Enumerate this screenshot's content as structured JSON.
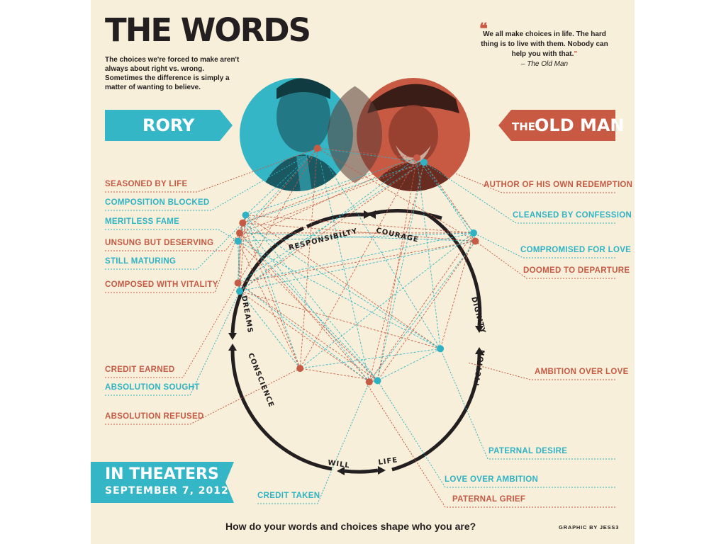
{
  "title": "THE WORDS",
  "intro": "The choices we're forced to make aren't always about right vs. wrong. Sometimes the difference is simply a matter of wanting to believe.",
  "quote": {
    "text": "We all make choices in life. The hard thing is to live with them. Nobody can help you with that.",
    "author": "– The Old Man"
  },
  "characters": {
    "left": "RORY",
    "right_prefix": "THE",
    "right": "OLD MAN"
  },
  "keywords": [
    "RESPONSIBILTY",
    "COURAGE",
    "DIGNITY",
    "FICTION",
    "LIFE",
    "WILL",
    "CONSCIENCE",
    "DREAMS"
  ],
  "left_labels": [
    {
      "text": "SEASONED BY LIFE",
      "color": "red"
    },
    {
      "text": "COMPOSITION BLOCKED",
      "color": "teal"
    },
    {
      "text": "MERITLESS FAME",
      "color": "teal"
    },
    {
      "text": "UNSUNG BUT DESERVING",
      "color": "red"
    },
    {
      "text": "STILL MATURING",
      "color": "teal"
    },
    {
      "text": "COMPOSED WITH VITALITY",
      "color": "red"
    },
    {
      "text": "CREDIT EARNED",
      "color": "red"
    },
    {
      "text": "ABSOLUTION SOUGHT",
      "color": "teal"
    },
    {
      "text": "ABSOLUTION REFUSED",
      "color": "red"
    },
    {
      "text": "CREDIT TAKEN",
      "color": "teal"
    }
  ],
  "right_labels": [
    {
      "text": "AUTHOR OF HIS OWN REDEMPTION",
      "color": "red"
    },
    {
      "text": "CLEANSED BY CONFESSION",
      "color": "teal"
    },
    {
      "text": "COMPROMISED FOR LOVE",
      "color": "teal"
    },
    {
      "text": "DOOMED TO DEPARTURE",
      "color": "red"
    },
    {
      "text": "AMBITION OVER LOVE",
      "color": "red"
    },
    {
      "text": "PATERNAL DESIRE",
      "color": "teal"
    },
    {
      "text": "LOVE OVER AMBITION",
      "color": "teal"
    },
    {
      "text": "PATERNAL GRIEF",
      "color": "red"
    }
  ],
  "release": {
    "line1": "IN THEATERS",
    "line2": "SEPTEMBER 7, 2012"
  },
  "question": "How do your words and choices shape who you are?",
  "credit": "GRAPHIC BY JESS3",
  "colors": {
    "teal": "#2fb3c4",
    "red": "#c55a45",
    "dark": "#231f20",
    "background": "#f7efd9"
  }
}
